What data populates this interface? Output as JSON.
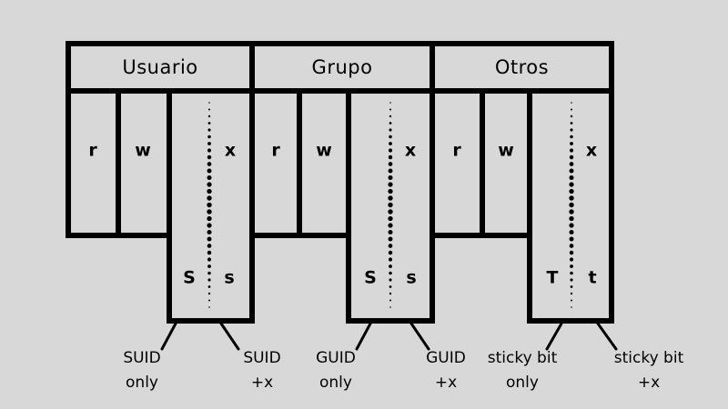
{
  "colors": {
    "background": "#d8d8d8",
    "line": "#000000",
    "text": "#000000"
  },
  "sections": [
    {
      "header": "Usuario",
      "r": "r",
      "w": "w",
      "x": "x",
      "special_left": "S",
      "special_right": "s",
      "callouts": [
        {
          "line1": "SUID",
          "line2": "only"
        },
        {
          "line1": "SUID",
          "line2": "+x"
        }
      ]
    },
    {
      "header": "Grupo",
      "r": "r",
      "w": "w",
      "x": "x",
      "special_left": "S",
      "special_right": "s",
      "callouts": [
        {
          "line1": "GUID",
          "line2": "only"
        },
        {
          "line1": "GUID",
          "line2": "+x"
        }
      ]
    },
    {
      "header": "Otros",
      "r": "r",
      "w": "w",
      "x": "x",
      "special_left": "T",
      "special_right": "t",
      "callouts": [
        {
          "line1": "sticky bit",
          "line2": "only"
        },
        {
          "line1": "sticky bit",
          "line2": "+x"
        }
      ]
    }
  ]
}
